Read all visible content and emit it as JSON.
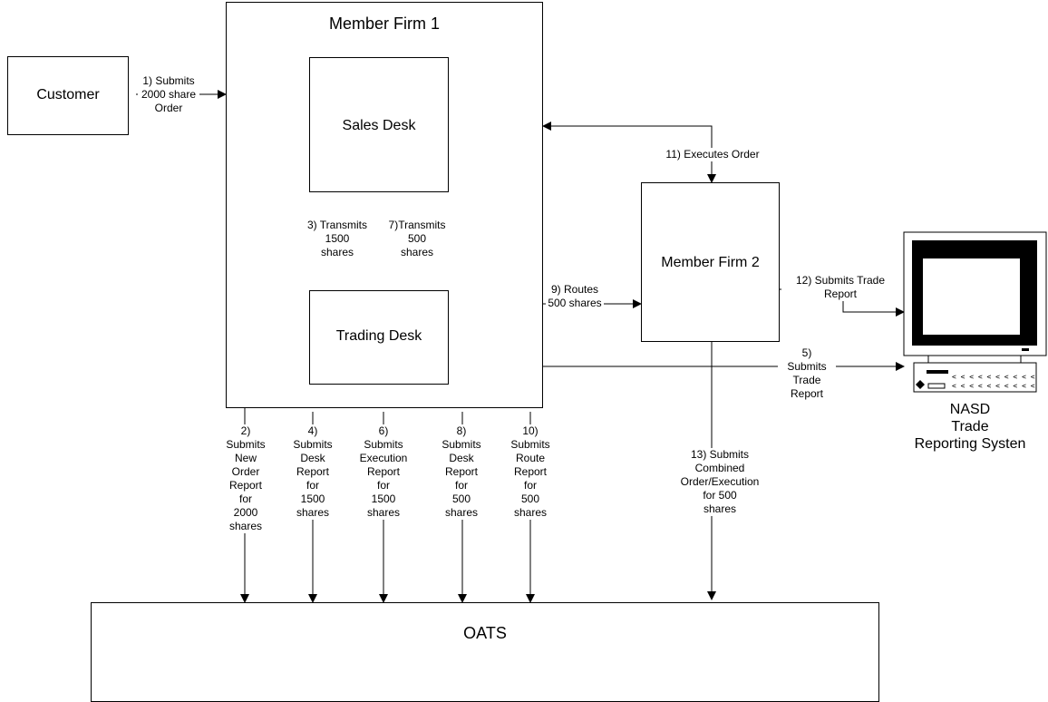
{
  "boxes": {
    "customer": "Customer",
    "member_firm_1": "Member Firm 1",
    "sales_desk": "Sales Desk",
    "trading_desk": "Trading Desk",
    "member_firm_2": "Member Firm 2",
    "oats": "OATS",
    "nasd": "NASD\nTrade\nReporting Systen"
  },
  "steps": {
    "s1": "1) Submits\n2000 share\nOrder",
    "s2": "2)\nSubmits\nNew\nOrder\nReport\nfor\n2000\nshares",
    "s3": "3) Transmits\n1500\nshares",
    "s4": "4)\nSubmits\nDesk\nReport\nfor\n1500\nshares",
    "s5": "5)\nSubmits\nTrade\nReport",
    "s6": "6)\nSubmits\nExecution\nReport\nfor\n1500\nshares",
    "s7": "7)Transmits\n500\nshares",
    "s8": "8)\nSubmits\nDesk\nReport\nfor\n500\nshares",
    "s9": "9) Routes\n500 shares",
    "s10": "10)\nSubmits\nRoute\nReport\nfor\n500\nshares",
    "s11": "11) Executes Order",
    "s12": "12) Submits Trade\nReport",
    "s13": "13) Submits\nCombined\nOrder/Execution\nfor 500\nshares"
  }
}
